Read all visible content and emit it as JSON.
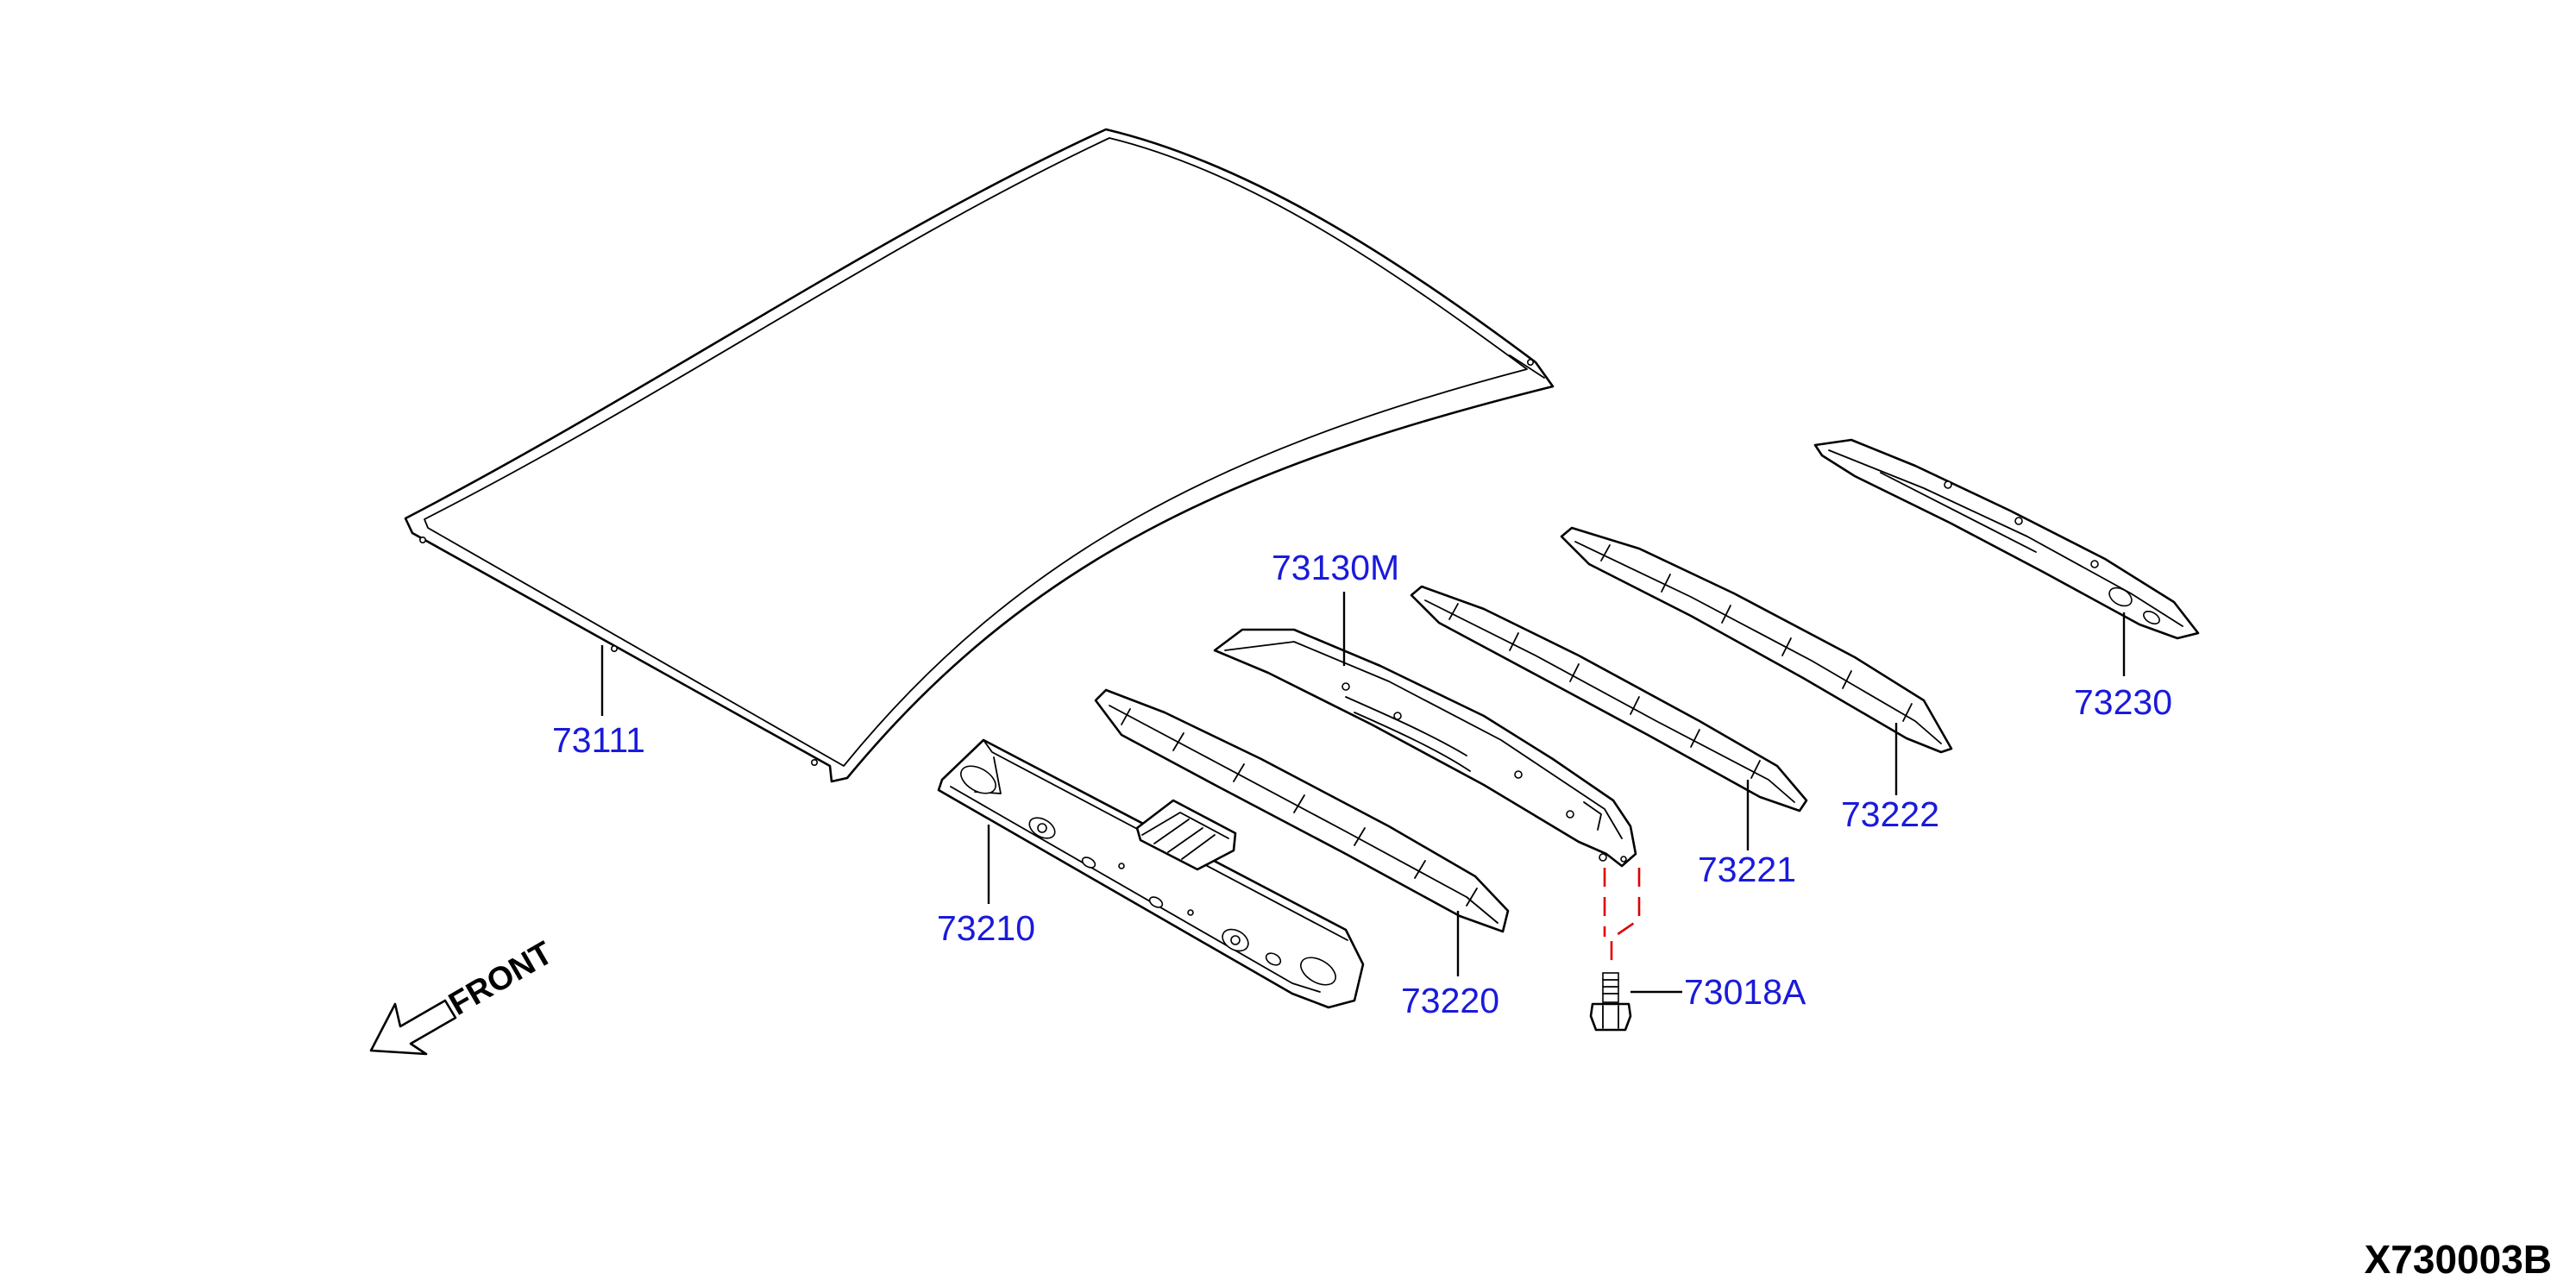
{
  "diagram": {
    "callouts": [
      {
        "id": "roof",
        "label": "73111"
      },
      {
        "id": "front-rail",
        "label": "73210"
      },
      {
        "id": "bow-1",
        "label": "73220"
      },
      {
        "id": "bow-center",
        "label": "73130M"
      },
      {
        "id": "bow-2",
        "label": "73221"
      },
      {
        "id": "bow-3",
        "label": "73222"
      },
      {
        "id": "rear-rail",
        "label": "73230"
      },
      {
        "id": "bolt",
        "label": "73018A"
      }
    ],
    "direction_label": "FRONT",
    "diagram_code": "X730003B",
    "colors": {
      "label": "#1a1adb",
      "leader": "#000000",
      "hidden_line": "#e00000"
    }
  }
}
